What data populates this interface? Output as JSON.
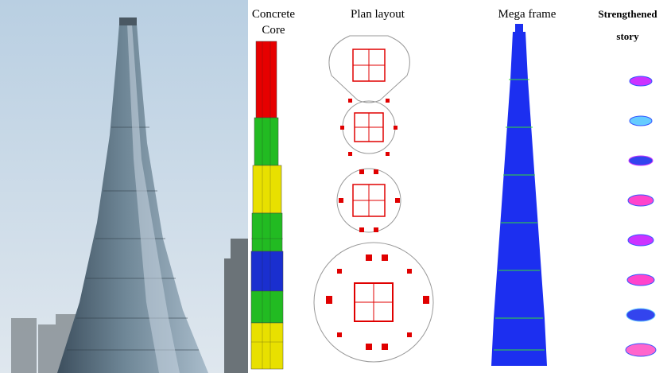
{
  "figure": {
    "panels": [
      {
        "id": "photo"
      },
      {
        "id": "core",
        "label_line1": "Concrete",
        "label_line2": "Core"
      },
      {
        "id": "plan",
        "label": "Plan layout"
      },
      {
        "id": "mega",
        "label": "Mega frame"
      },
      {
        "id": "story",
        "label_line1": "Strengthened",
        "label_line2": "story"
      }
    ],
    "colors": {
      "core_red": "#e60000",
      "core_green": "#22bb22",
      "core_yellow": "#e8e000",
      "core_blue": "#1a2fcf",
      "plan_red": "#e00000",
      "plan_gray": "#999999",
      "mega_blue": "#1c2ff0",
      "mega_green": "#33dd33",
      "sky": "#c9dbe9"
    }
  }
}
